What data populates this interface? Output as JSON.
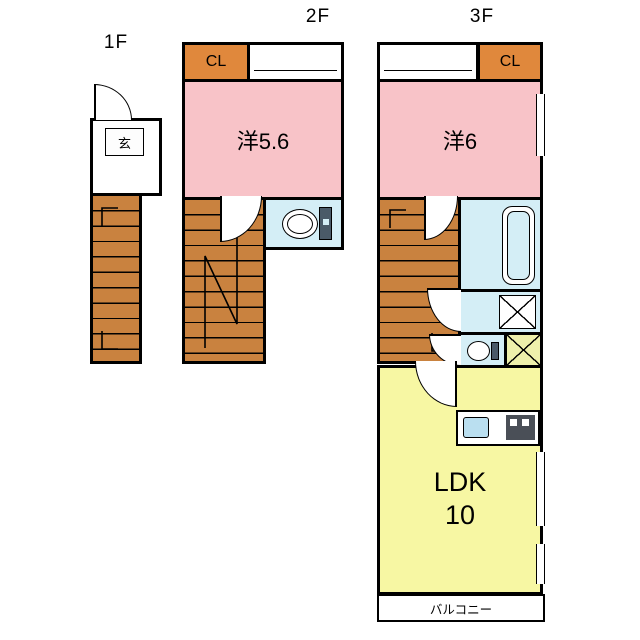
{
  "floor1": {
    "label": "1F",
    "genkan": "玄"
  },
  "floor2": {
    "label": "2F",
    "closet": "CL",
    "bedroom": "洋5.6"
  },
  "floor3": {
    "label": "3F",
    "closet": "CL",
    "bedroom": "洋6",
    "ldk": "LDK",
    "ldk_size": "10",
    "balcony": "バルコニー"
  },
  "colors": {
    "pink": "#f8c3c8",
    "yellow": "#f7f7a3",
    "closet_orange": "#e0883c",
    "stairs_orange": "#c9823f",
    "wet_blue": "#d4eef6",
    "hatch_yellow": "#eef0ab",
    "wall": "#000000"
  }
}
